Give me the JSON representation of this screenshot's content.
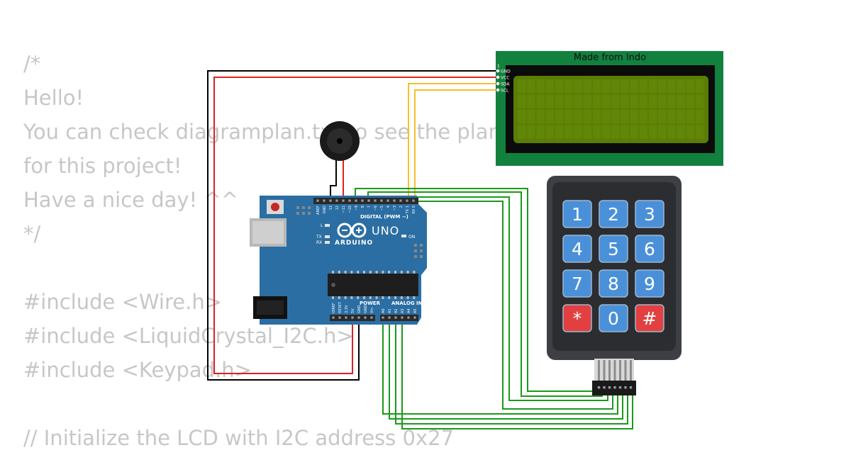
{
  "code_lines": [
    "/*",
    "Hello!",
    "You can check diagramplan.txt to see the plan",
    "for this project!",
    "Have a nice day! ^^",
    "*/",
    "",
    "#include <Wire.h>",
    "#include <LiquidCrystal_I2C.h>",
    "#include <Keypad.h>",
    "",
    "// Initialize the LCD with I2C address 0x27"
  ],
  "lcd": {
    "title": "Made from Indo",
    "pin_first": "1",
    "pins": [
      "GND",
      "VCC",
      "SDA",
      "SCL"
    ]
  },
  "arduino": {
    "model": "UNO",
    "brand": "ARDUINO",
    "digital_label": "DIGITAL (PWM ~)",
    "power_label": "POWER",
    "analog_label": "ANALOG IN",
    "on_label": "ON",
    "tx_label": "TX",
    "rx_label": "RX",
    "l_label": "L",
    "top_pins": [
      "AREF",
      "GND",
      "13",
      "12",
      "~11",
      "~10",
      "~9",
      "8",
      "7",
      "~6",
      "~5",
      "4",
      "~3",
      "2",
      "TX 1",
      "RX 0"
    ],
    "bottom_pins": [
      "IOREF",
      "RESET",
      "3.3V",
      "5V",
      "GND",
      "GND",
      "Vin",
      "A0",
      "A1",
      "A2",
      "A3",
      "A4",
      "A5"
    ]
  },
  "keypad": {
    "keys": [
      [
        "1",
        "2",
        "3"
      ],
      [
        "4",
        "5",
        "6"
      ],
      [
        "7",
        "8",
        "9"
      ],
      [
        "*",
        "0",
        "#"
      ]
    ]
  },
  "colors": {
    "wire_black": "#000000",
    "wire_red": "#e02020",
    "wire_yellow": "#f2c12e",
    "wire_green": "#1a9a1a",
    "board": "#2b6ea3",
    "lcd_pcb": "#12813e",
    "lcd_screen": "#5a7d04",
    "key_blue": "#4a90d9",
    "key_red": "#e24040",
    "keypad_body": "#3d3f45"
  }
}
